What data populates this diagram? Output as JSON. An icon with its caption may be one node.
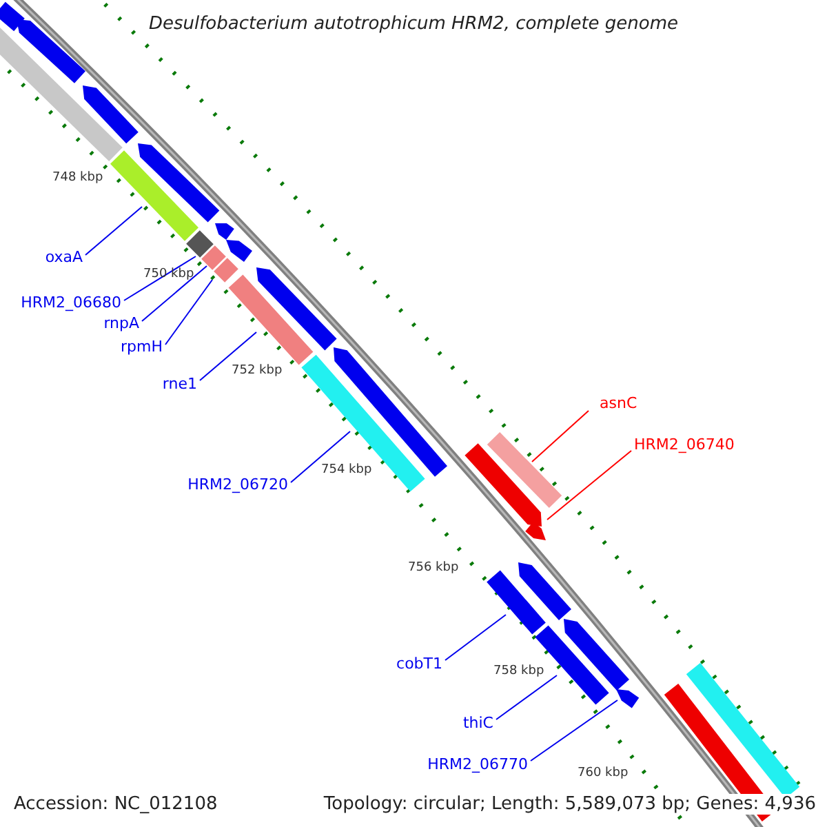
{
  "diagram": {
    "title": "Desulfobacterium autotrophicum HRM2, complete genome",
    "nodes": [
      {
        "text": [
          "oxaA"
        ]
      },
      {
        "text": [
          "HRM2_06680"
        ]
      },
      {
        "text": [
          "rnpA"
        ]
      },
      {
        "text": [
          "rpmH"
        ]
      },
      {
        "text": [
          "rne1"
        ]
      },
      {
        "text": [
          "HRM2_06720"
        ]
      },
      {
        "text": [
          "asnC"
        ]
      },
      {
        "text": [
          "HRM2_06740"
        ]
      },
      {
        "text": [
          "cobT1"
        ]
      },
      {
        "text": [
          "thiC"
        ]
      },
      {
        "text": [
          "HRM2_06770"
        ]
      },
      {
        "text": [],
        "shape": "bar"
      },
      {
        "text": [],
        "shape": "bar"
      },
      {
        "text": [],
        "shape": "bar"
      },
      {
        "text": [],
        "shape": "bar"
      },
      {
        "text": [],
        "shape": "bar"
      },
      {
        "text": [],
        "shape": "bar"
      },
      {
        "text": [],
        "shape": "bar"
      },
      {
        "text": [],
        "shape": "arrow"
      },
      {
        "text": [],
        "shape": "bar"
      },
      {
        "text": [],
        "shape": "bar"
      },
      {
        "text": [],
        "shape": "arrow"
      },
      {
        "text": [],
        "shape": "bar"
      },
      {
        "text": [],
        "shape": "arrow"
      },
      {
        "text": [],
        "shape": "arrow"
      },
      {
        "text": [],
        "shape": "arrow"
      },
      {
        "text": [],
        "shape": "arrow"
      },
      {
        "text": [],
        "shape": "arrow"
      },
      {
        "text": [],
        "shape": "arrow"
      },
      {
        "text": [],
        "shape": "arrow"
      },
      {
        "text": [],
        "shape": "bar"
      },
      {
        "text": [],
        "shape": "arrow"
      },
      {
        "text": [],
        "shape": "arrow"
      },
      {
        "text": [],
        "shape": "arrow"
      },
      {
        "text": [],
        "shape": "bar"
      },
      {
        "text": [],
        "shape": "bar"
      }
    ],
    "edges": [
      {
        "from": 0,
        "to": 11,
        "arrow": "none"
      },
      {
        "from": 1,
        "to": 12,
        "arrow": "none"
      },
      {
        "from": 2,
        "to": 13,
        "arrow": "none"
      },
      {
        "from": 3,
        "to": 14,
        "arrow": "none"
      },
      {
        "from": 4,
        "to": 15,
        "arrow": "none"
      },
      {
        "from": 5,
        "to": 16,
        "arrow": "none"
      },
      {
        "from": 6,
        "to": 17,
        "arrow": "none",
        "color": "#ff0000"
      },
      {
        "from": 7,
        "to": 18,
        "arrow": "none",
        "color": "#ff0000"
      },
      {
        "from": 8,
        "to": 19,
        "arrow": "none"
      },
      {
        "from": 9,
        "to": 20,
        "arrow": "none"
      },
      {
        "from": 10,
        "to": 21,
        "arrow": "none"
      }
    ],
    "labels": [
      "748 kbp",
      "750 kbp",
      "752 kbp",
      "754 kbp",
      "756 kbp",
      "758 kbp",
      "760 kbp",
      "Accession: NC_012108",
      "Topology: circular; Length: 5,589,073 bp; Genes: 4,936"
    ]
  }
}
